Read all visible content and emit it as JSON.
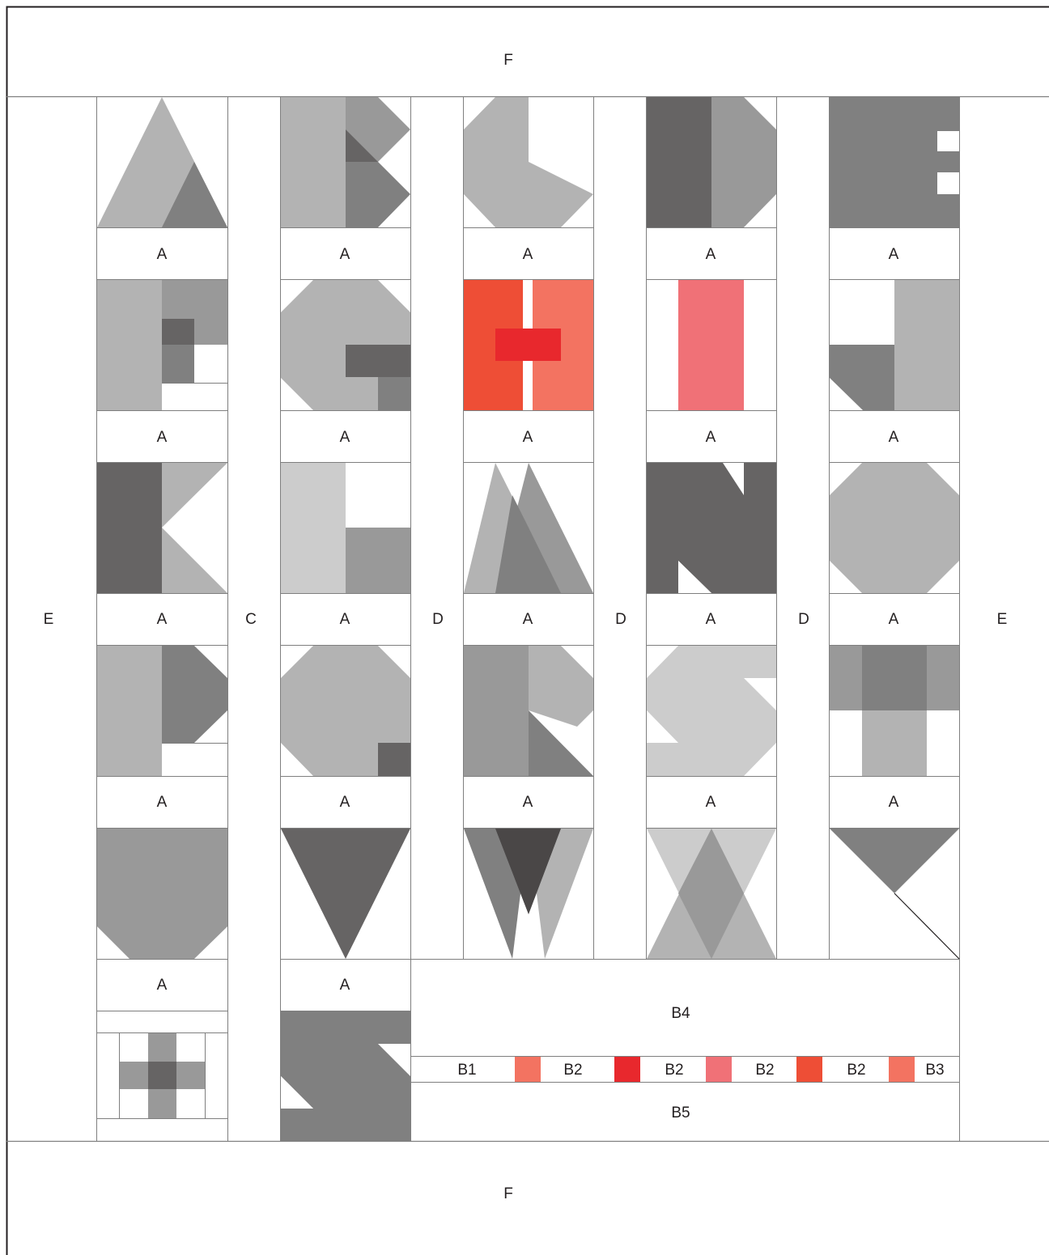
{
  "labels": {
    "top_border": "F",
    "bottom_border": "F",
    "side_border_left": "E",
    "side_border_right": "E",
    "sashing_c": "C",
    "sashing_d": [
      "D",
      "D",
      "D"
    ],
    "block_label": "A",
    "strip_b4": "B4",
    "strip_b5": "B5",
    "strip_items": [
      "B1",
      "B2",
      "B2",
      "B2",
      "B2",
      "B3"
    ]
  },
  "colors": {
    "light_gray": "#b3b3b3",
    "pale_gray": "#cccccc",
    "mid_gray": "#999999",
    "dark_gray": "#808080",
    "charcoal": "#666464",
    "red_orange": "#ee4e36",
    "coral": "#f37361",
    "bright_red": "#e8282d",
    "pink": "#f07177",
    "line": "#7f7f7f"
  },
  "strip_swatches": [
    "#f37361",
    "#e8282d",
    "#f07177",
    "#ee4e36",
    "#f37361"
  ]
}
